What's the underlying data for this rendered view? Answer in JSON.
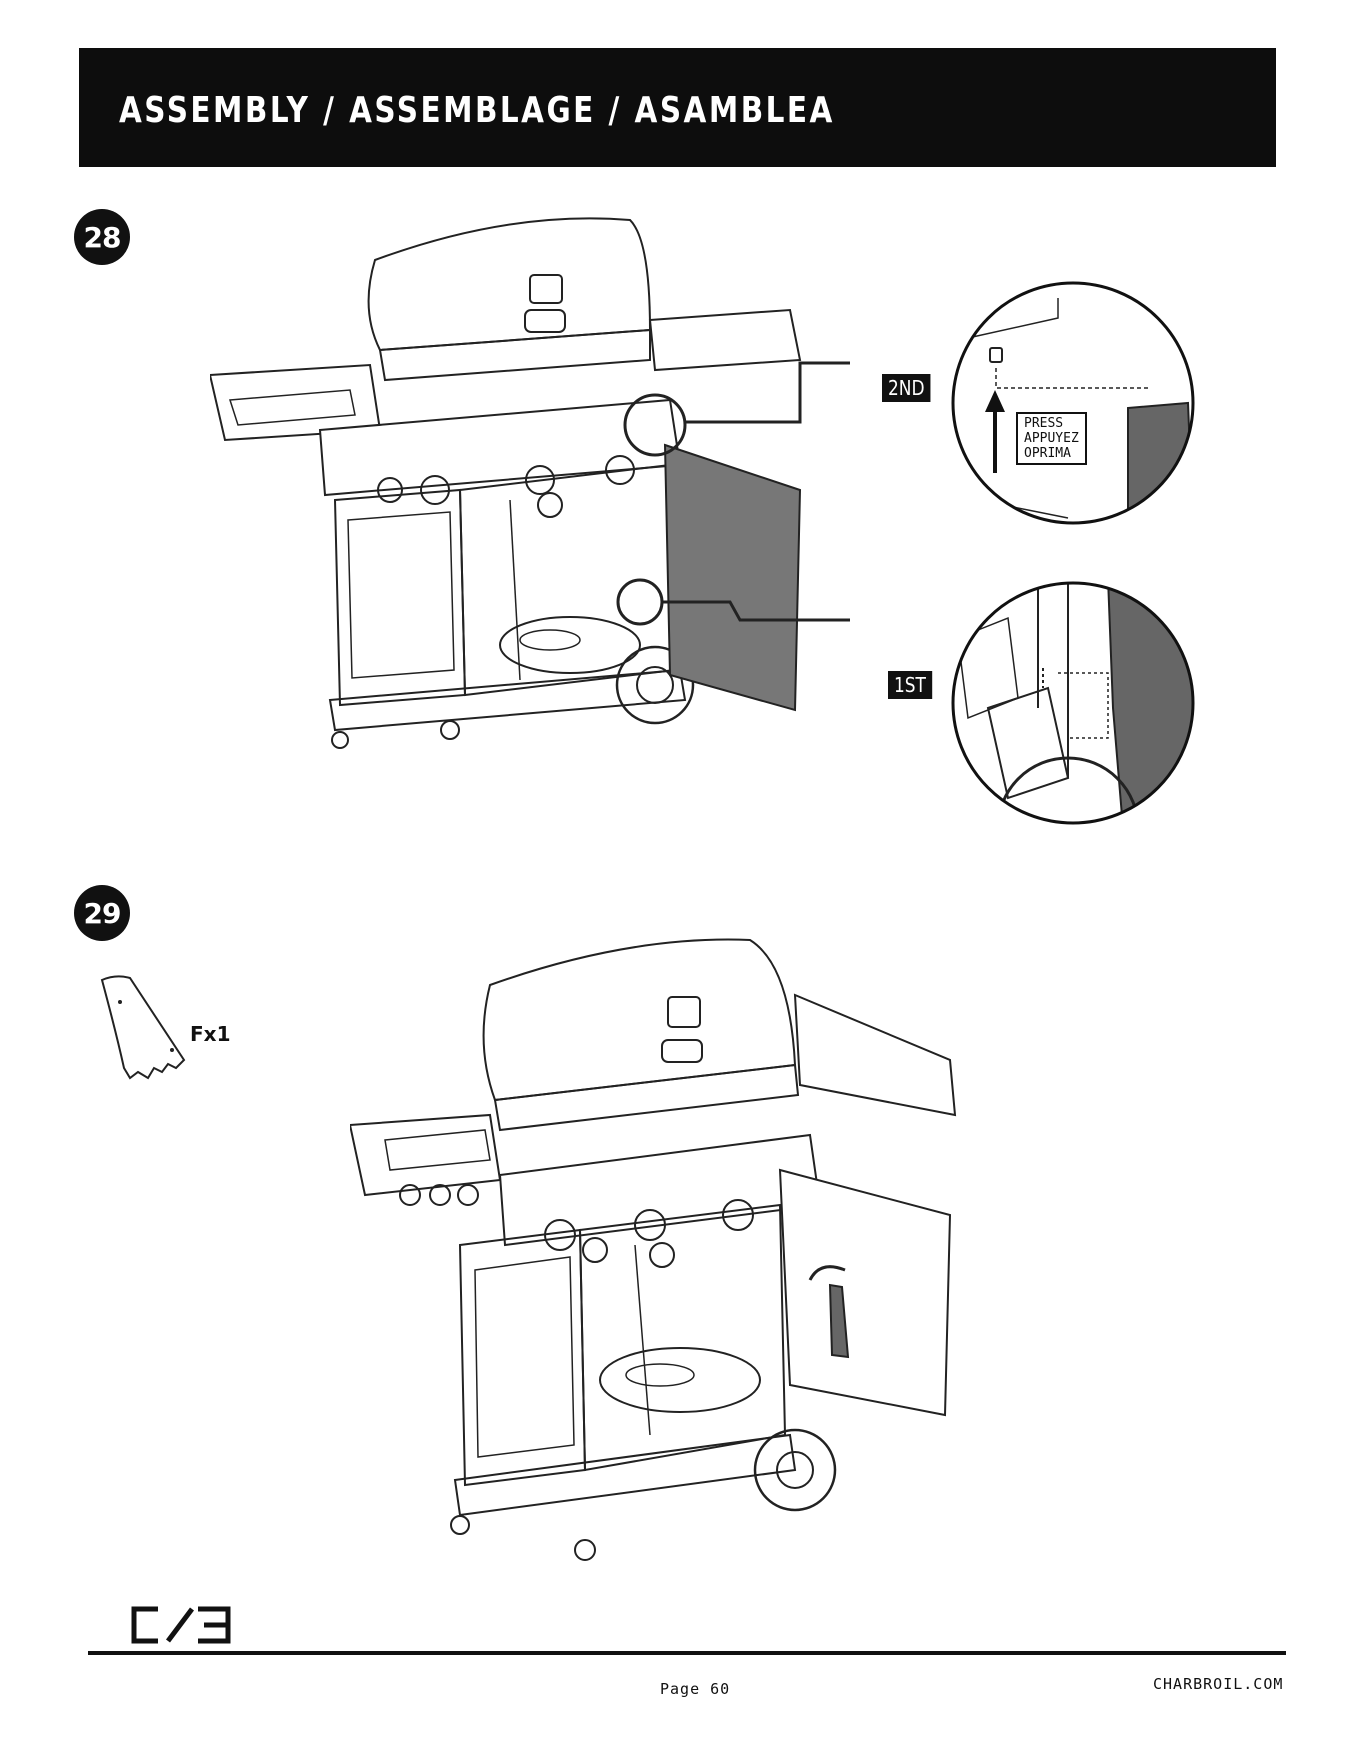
{
  "header": {
    "title": "ASSEMBLY / ASSEMBLAGE / ASAMBLEA"
  },
  "steps": [
    {
      "number": "28",
      "callouts": {
        "second": "2ND",
        "first": "1ST"
      },
      "press_label": [
        "PRESS",
        "APPUYEZ",
        "OPRIMA"
      ]
    },
    {
      "number": "29",
      "part_quantity": "Fx1"
    }
  ],
  "footer": {
    "page": "Page 60",
    "site": "CHARBROIL.COM"
  },
  "icons": [
    "charbroil-logo",
    "grill-illustration",
    "door-panel",
    "zoom-circle",
    "up-arrow-icon",
    "grill-tool-part"
  ]
}
